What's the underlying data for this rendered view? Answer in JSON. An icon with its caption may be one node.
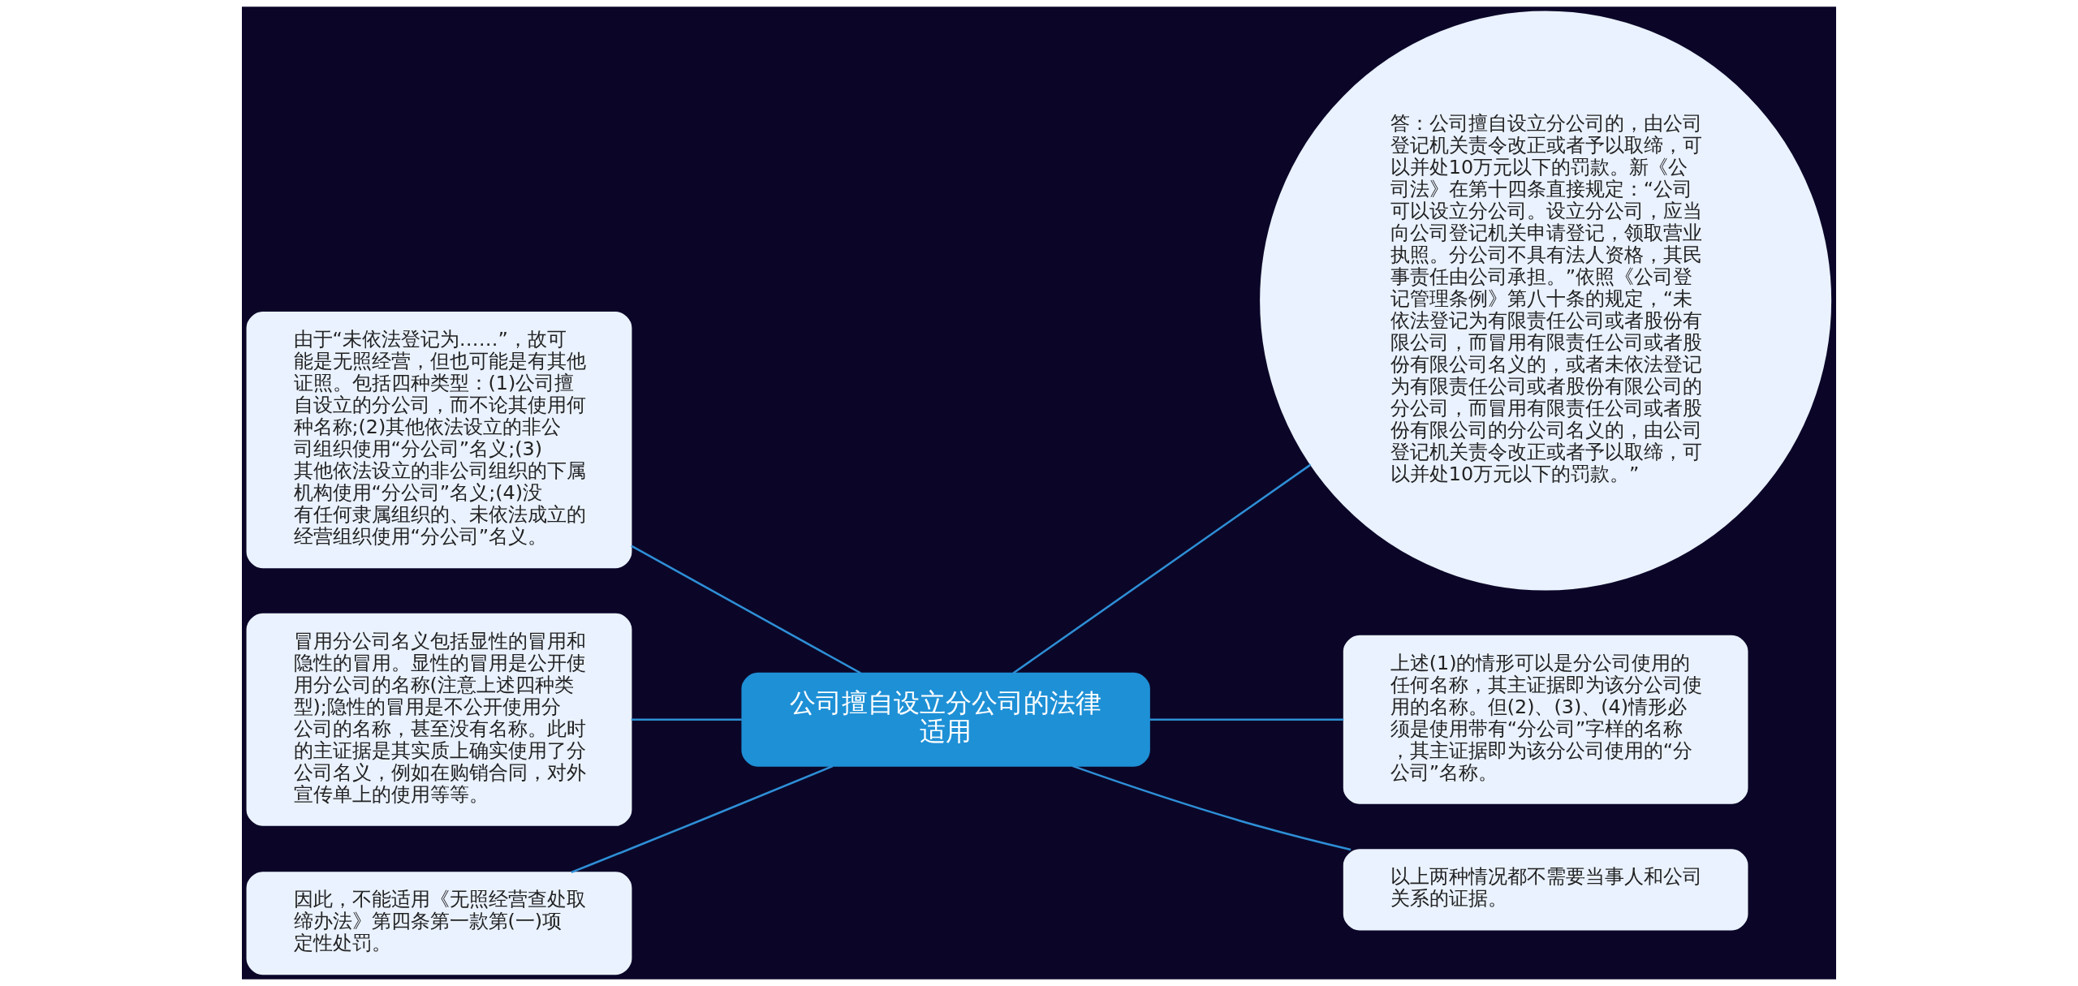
{
  "diagram": {
    "nodes": [
      {
        "text": [
          "公司擅自设立分公司的法律适用"
        ]
      },
      {
        "text": [
          "由于“未依法登记为……”，故可能是无照经营，但也可能是有其他证照。包括四种类型：(1)公司擅自设立的分公司，而不论其使用何种名称;(2)其他依法设立的非公司组织使用“分公司”名义;(3)其他依法设立的非公司组织的下属机构使用“分公司”名义;(4)没有任何隶属组织的、未依法成立的经营组织使用“分公司”名义。"
        ]
      },
      {
        "text": [
          "冒用分公司名义包括显性的冒用和隐性的冒用。显性的冒用是公开使用分公司的名称(注意上述四种类型);隐性的冒用是不公开使用分公司的名称，甚至没有名称。此时的主证据是其实质上确实使用了分公司名义，例如在购销合同，对外宣传单上的使用等等。"
        ]
      },
      {
        "text": [
          "因此，不能适用《无照经营查处取缔办法》第四条第一款第(一)项定性处罚。"
        ]
      },
      {
        "text": [
          "答：公司擅自设立分公司的，由公司登记机关责令改正或者予以取缔，可以并处10万元以下的罚款。新《公司法》在第十四条直接规定：“公司可以设立分公司。设立分公司，应当向公司登记机关申请登记，领取营业执照。分公司不具有法人资格，其民事责任由公司承担。”依照《公司登记管理条例》第八十条的规定，“未依法登记为有限责任公司或者股份有限公司，而冒用有限责任公司或者股份有限公司名义的，或者未依法登记为有限责任公司或者股份有限公司的分公司，而冒用有限责任公司或者股份有限公司的分公司名义的，由公司登记机关责令改正或者予以取缔，可以并处10万元以下的罚款。”"
        ]
      },
      {
        "text": [
          "上述(1)的情形可以是分公司使用的任何名称，其主证据即为该分公司使用的名称。但(2)、(3)、(4)情形必须是使用带有“分公司”字样的名称，其主证据即为该分公司使用的“分公司”名称。"
        ]
      },
      {
        "text": [
          "以上两种情况都不需要当事人和公司关系的证据。"
        ]
      }
    ],
    "edges": [
      {
        "from": 0,
        "to": 1,
        "arrow": "none"
      },
      {
        "from": 0,
        "to": 2,
        "arrow": "none"
      },
      {
        "from": 0,
        "to": 3,
        "arrow": "none"
      },
      {
        "from": 0,
        "to": 4,
        "arrow": "none"
      },
      {
        "from": 0,
        "to": 5,
        "arrow": "none"
      },
      {
        "from": 0,
        "to": 6,
        "arrow": "none"
      }
    ]
  }
}
